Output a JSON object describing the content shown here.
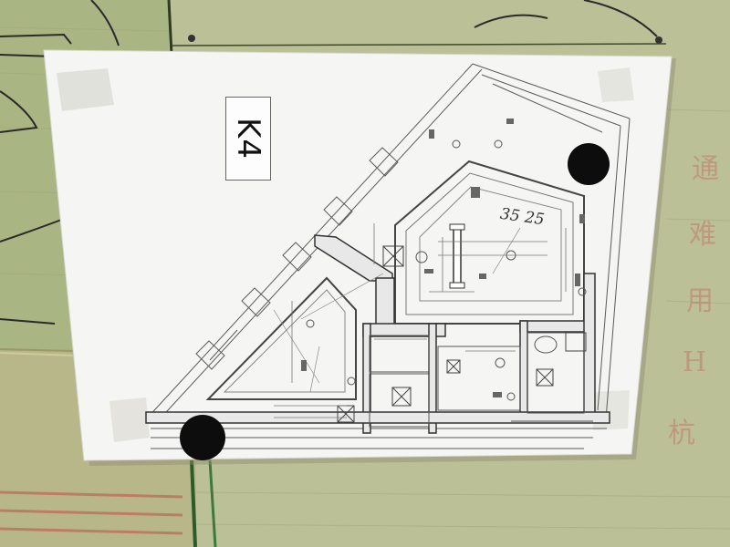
{
  "sheet": {
    "label": "K4",
    "handwritten_note": "35 25"
  },
  "wall": {
    "characters": [
      "通",
      "难",
      "用",
      "H",
      "杭"
    ]
  },
  "colors": {
    "wall": "#b9bd95",
    "paper": "#f7f7f5",
    "hole": "#0d0d0d",
    "ink": "#555555"
  }
}
